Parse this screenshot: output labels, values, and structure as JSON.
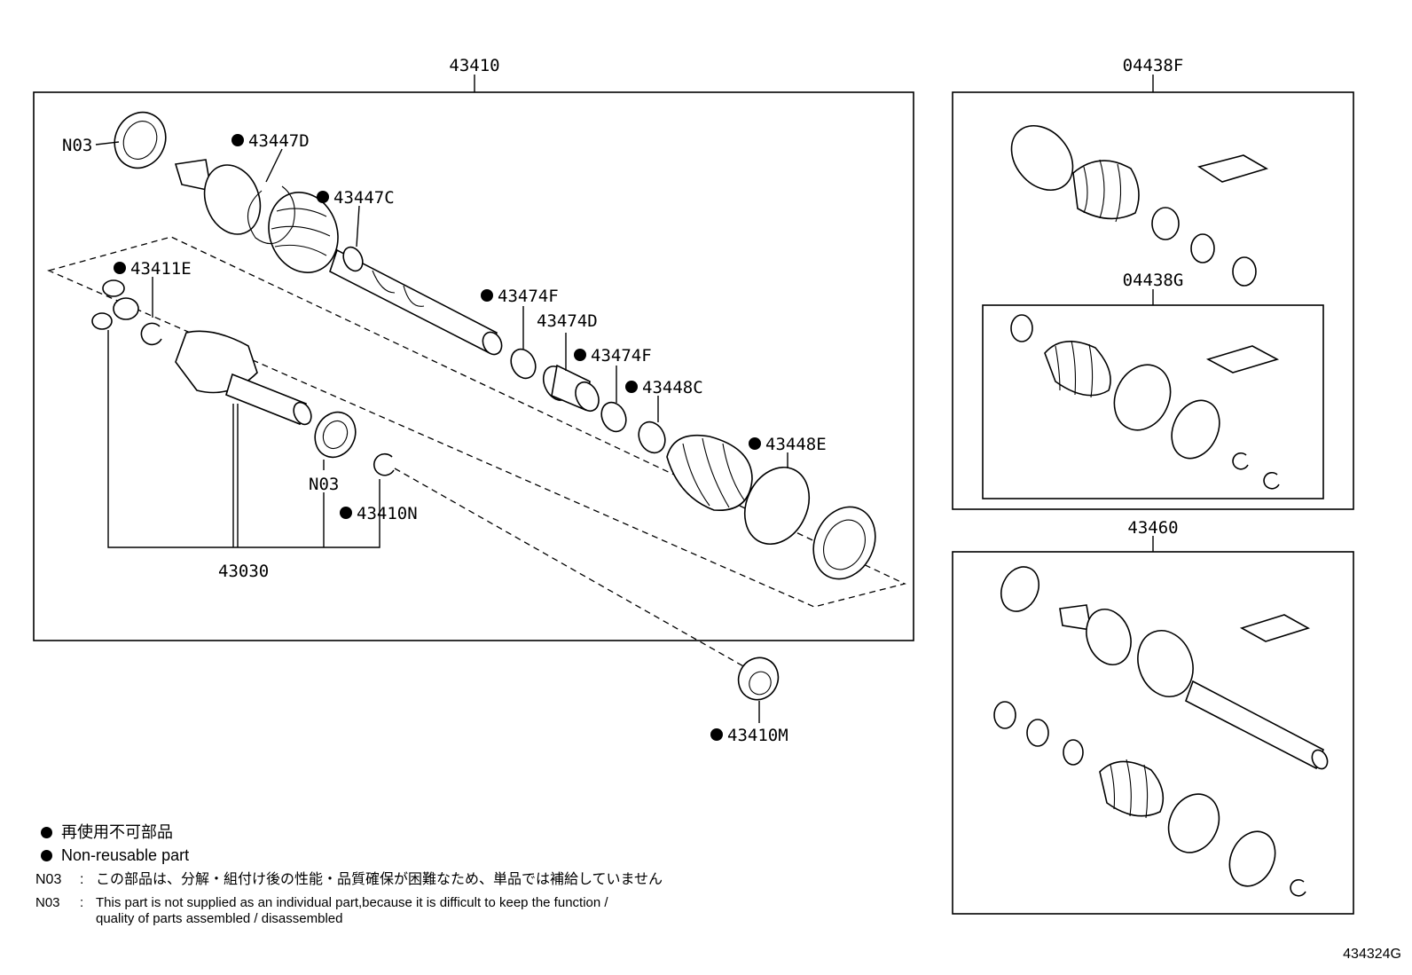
{
  "callouts": {
    "assy_main": "43410",
    "n03_top": "N03",
    "p43447D": "43447D",
    "p43447C": "43447C",
    "p43411E": "43411E",
    "p43474F_a": "43474F",
    "p43474D": "43474D",
    "p43474F_b": "43474F",
    "p43448C": "43448C",
    "p43448E": "43448E",
    "n03_mid": "N03",
    "p43410N": "43410N",
    "p43030": "43030",
    "p43410M": "43410M",
    "kit_04438F": "04438F",
    "kit_04438G": "04438G",
    "assy_43460": "43460"
  },
  "legend": {
    "non_reusable_ja": "再使用不可部品",
    "non_reusable_en": "Non-reusable part",
    "n03_code": "N03",
    "colon": ":",
    "n03_note_ja": "この部品は、分解・組付け後の性能・品質確保が困難なため、単品では補給していません",
    "n03_note_en_line1": "This part is not supplied as an individual part,because it is difficult to keep the function /",
    "n03_note_en_line2": "quality of parts assembled / disassembled"
  },
  "illustration_code": "434324G"
}
